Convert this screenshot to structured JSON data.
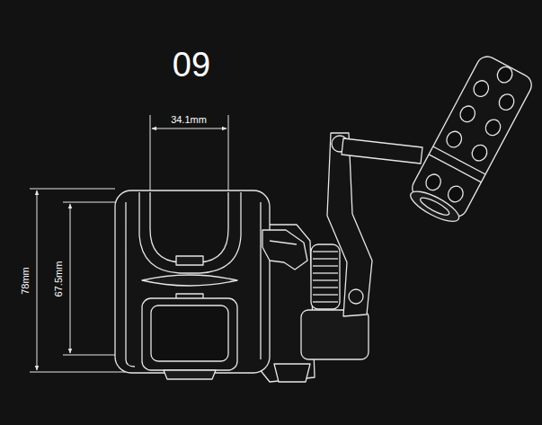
{
  "diagram": {
    "title": "09",
    "labels": [
      "34.1mm",
      "78mm",
      "67.5mm"
    ]
  }
}
